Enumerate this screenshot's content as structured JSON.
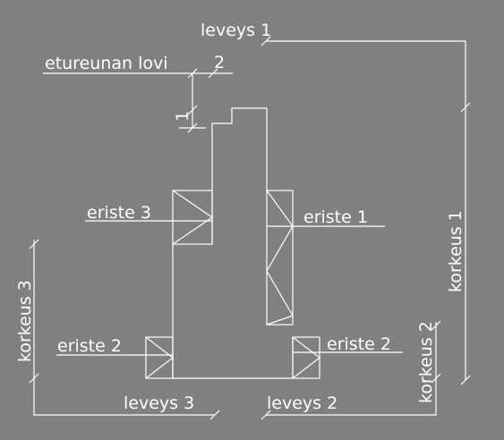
{
  "labels": {
    "leveys1": "leveys 1",
    "etureunan_lovi": "etureunan lovi",
    "lovi_dim2": "2",
    "lovi_dim1": "1",
    "eriste3": "eriste 3",
    "eriste1": "eriste 1",
    "korkeus1": "korkeus 1",
    "korkeus3": "korkeus 3",
    "eriste2_left": "eriste 2",
    "eriste2_right": "eriste 2",
    "korkeus2": "korkeus 2",
    "leveys3": "leveys 3",
    "leveys2": "leveys 2"
  },
  "colors": {
    "background": "#808080",
    "line": "#ffffff",
    "text": "#ffffff"
  }
}
